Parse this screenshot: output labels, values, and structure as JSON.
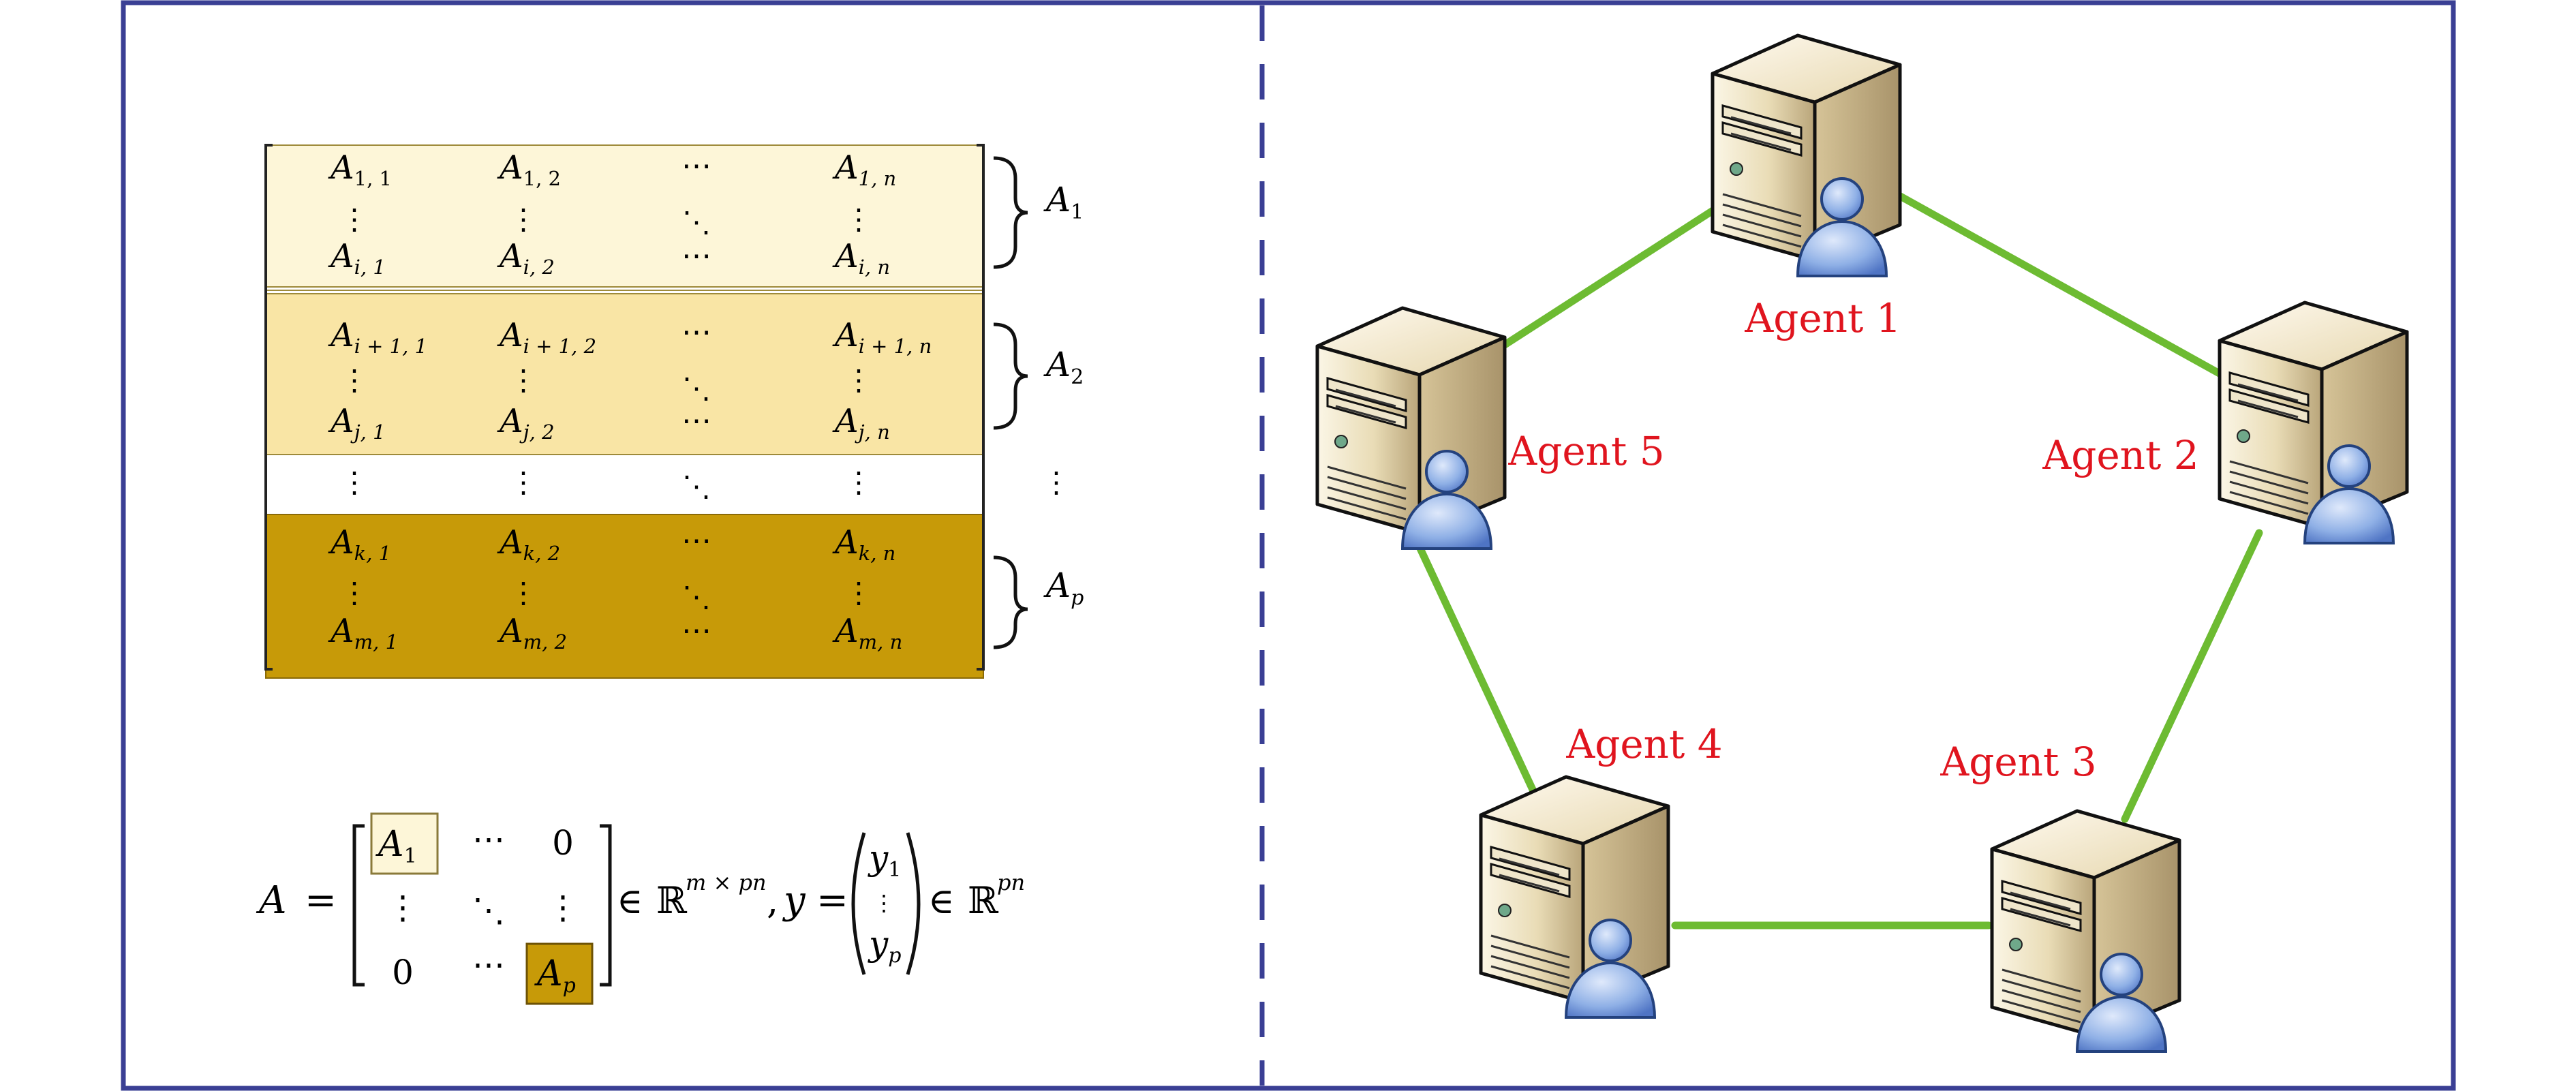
{
  "colors": {
    "frame": "#3a3f94",
    "band1": "#fdf6d8",
    "band2": "#f9e5a5",
    "band3": "#ffffff",
    "band4": "#c79a08",
    "link": "#6dbb32",
    "agent_label": "#e0141e"
  },
  "matrix": {
    "rows": [
      {
        "cells": [
          "A",
          "⋯",
          "A"
        ],
        "sub1": "1, 1",
        "sub2": "1, 2",
        "subn": "1, n"
      },
      {
        "cells": [
          "A",
          "⋯",
          "A"
        ],
        "sub1": "i, 1",
        "sub2": "i, 2",
        "subn": "i, n"
      },
      {
        "cells": [
          "A",
          "⋯",
          "A"
        ],
        "sub1": "i + 1, 1",
        "sub2": "i + 1, 2",
        "subn": "i + 1, n"
      },
      {
        "cells": [
          "A",
          "⋯",
          "A"
        ],
        "sub1": "j, 1",
        "sub2": "j, 2",
        "subn": "j, n"
      },
      {
        "cells": [
          "A",
          "⋯",
          "A"
        ],
        "sub1": "k, 1",
        "sub2": "k, 2",
        "subn": "k, n"
      },
      {
        "cells": [
          "A",
          "⋯",
          "A"
        ],
        "sub1": "m, 1",
        "sub2": "m, 2",
        "subn": "m, n"
      }
    ],
    "blocks": [
      {
        "letter": "A",
        "sub": "1"
      },
      {
        "letter": "A",
        "sub": "2"
      },
      {
        "letter": "A",
        "sub": "p"
      }
    ],
    "vdots": "⋮",
    "ddots": "⋱"
  },
  "formula": {
    "lhs": "A",
    "equals": "=",
    "m11": "A",
    "m11_sub": "1",
    "m12": "⋯",
    "m13": "0",
    "m21": "⋮",
    "m22": "⋱",
    "m23": "⋮",
    "m31": "0",
    "m32": "⋯",
    "m33": "A",
    "m33_sub": "p",
    "in": "∈",
    "R": "ℝ",
    "dim1": "m × pn",
    "comma": ",",
    "y": "y",
    "y1": "y",
    "y1_sub": "1",
    "ydots": "⋮",
    "yp": "y",
    "yp_sub": "p",
    "dim2": "pn"
  },
  "agents": [
    {
      "label": "Agent 1"
    },
    {
      "label": "Agent 2"
    },
    {
      "label": "Agent 3"
    },
    {
      "label": "Agent 4"
    },
    {
      "label": "Agent 5"
    }
  ]
}
